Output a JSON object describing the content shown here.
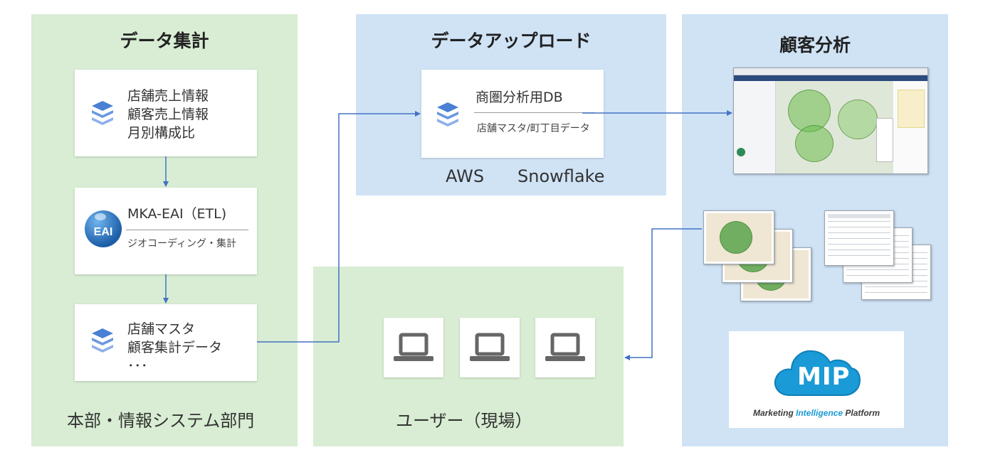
{
  "colors": {
    "green_panel": "#d8edd3",
    "blue_panel": "#cfe3f5",
    "arrow": "#4472c4",
    "stack_icon": "#4a7fd4",
    "mip_blue": "#1a9ad6"
  },
  "panels": {
    "aggregation": {
      "title": "データ集計",
      "footer": "本部・情報システム部門",
      "card1": {
        "lines": [
          "店舗売上情報",
          "顧客売上情報",
          "月別構成比"
        ],
        "icon": "database-stack-icon"
      },
      "card2": {
        "title": "MKA-EAI（ETL)",
        "sub": "ジオコーディング・集計",
        "icon": "eai-logo-icon",
        "logo_text": "EAI"
      },
      "card3": {
        "lines": [
          "店舗マスタ",
          "顧客集計データ",
          "･･･"
        ],
        "icon": "database-stack-icon"
      }
    },
    "upload": {
      "title": "データアップロード",
      "card": {
        "title": "商圏分析用DB",
        "sub": "店舗マスタ/町丁目データ",
        "icon": "database-stack-icon"
      },
      "platforms": [
        "AWS",
        "Snowflake"
      ]
    },
    "users": {
      "footer": "ユーザー（現場）",
      "devices": [
        "laptop-icon",
        "laptop-icon",
        "laptop-icon"
      ]
    },
    "analysis": {
      "title": "顧客分析",
      "mip_logo": "MIP",
      "mip_tagline": [
        "Marketing ",
        "Intelligence",
        " Platform"
      ]
    }
  }
}
